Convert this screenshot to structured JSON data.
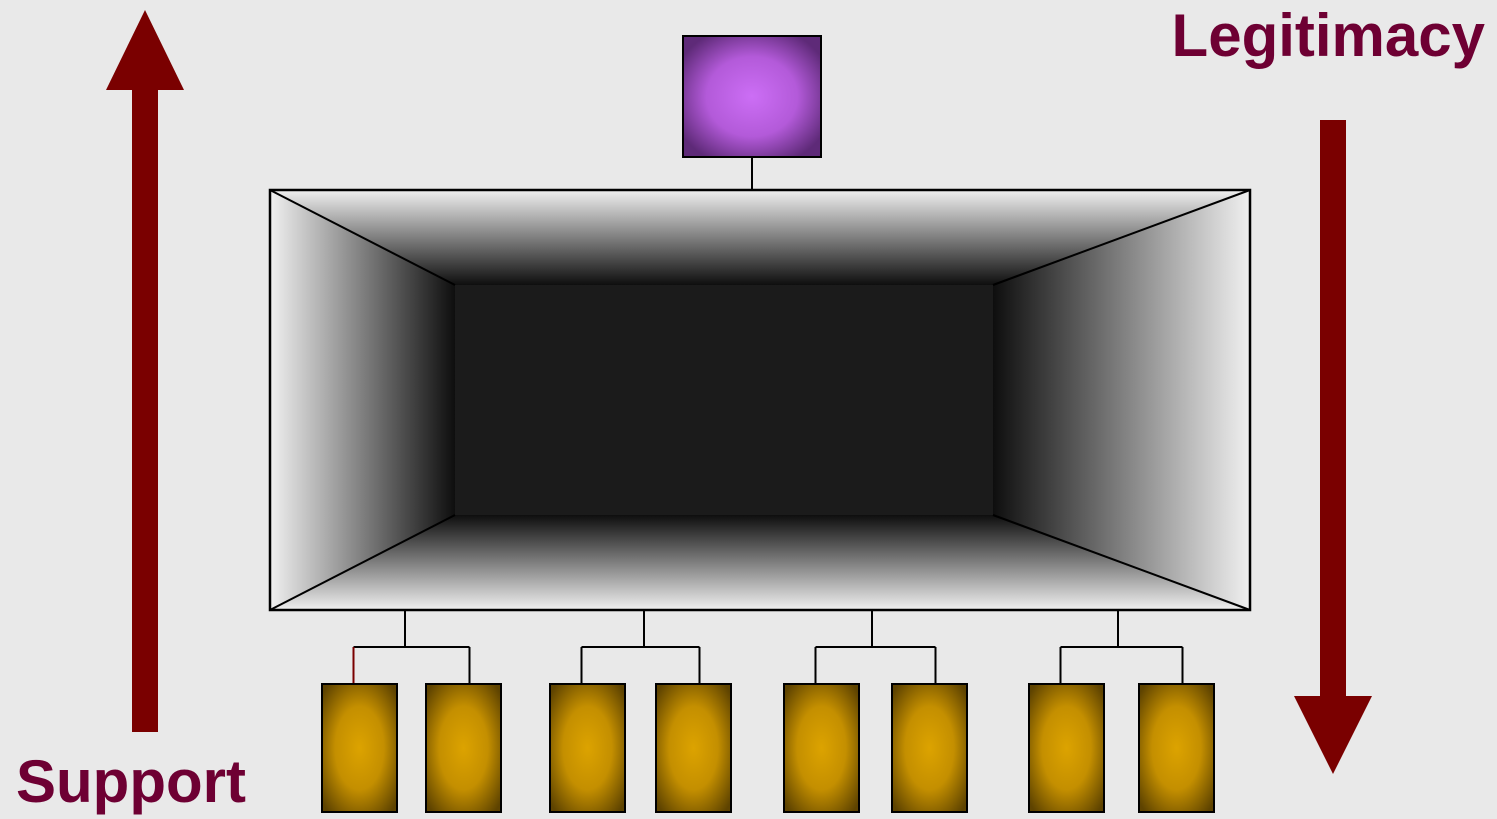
{
  "labels": {
    "legitimacy": "Legitimacy",
    "support": "Support"
  },
  "colors": {
    "background": "#e9e9e9",
    "arrow": "#7a0000",
    "label_text": "#6e0033",
    "top_box": "#c060e8",
    "bottom_boxes": "#d29b00",
    "chamber_inner": "#1b1b1b"
  },
  "diagram": {
    "top_node_count": 1,
    "bottom_group_count": 4,
    "bottom_nodes_per_group": 2
  }
}
